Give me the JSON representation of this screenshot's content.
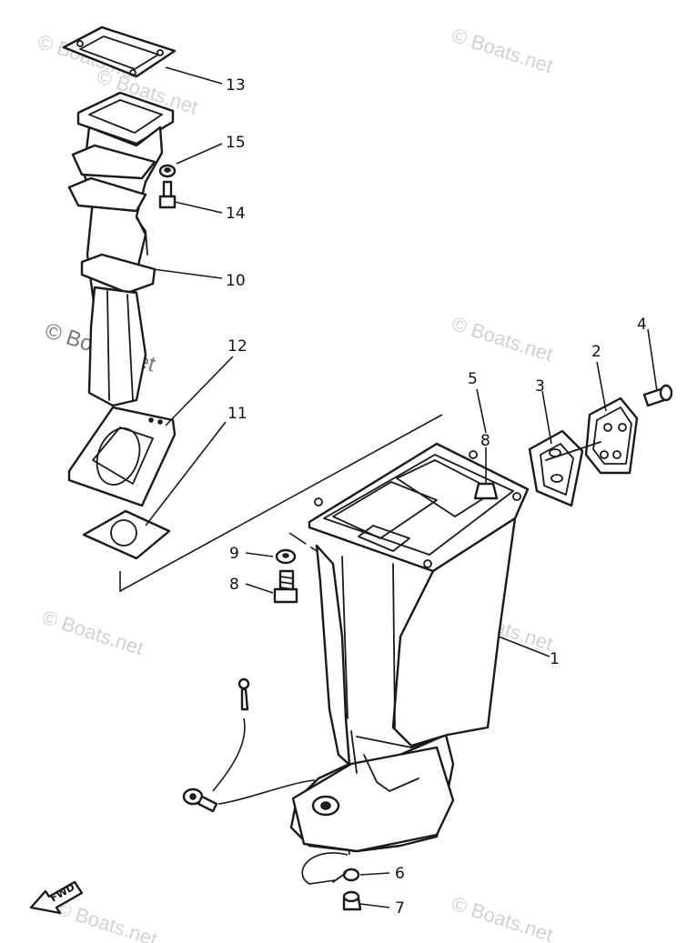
{
  "diagram": {
    "callouts": {
      "c1": "1",
      "c2": "2",
      "c3": "3",
      "c4": "4",
      "c5": "5",
      "c6": "6",
      "c7": "7",
      "c8a": "8",
      "c8b": "8",
      "c9": "9",
      "c10": "10",
      "c11": "11",
      "c12": "12",
      "c13": "13",
      "c14": "14",
      "c15": "15"
    },
    "fwd_label": "FWD",
    "watermarks": {
      "w1": "© Boats.net",
      "w2": "© Boats.net",
      "w3": "© Boats.net",
      "w4": "© Boats.net",
      "w5": "© Boats.net",
      "w6": "© Boats.net",
      "w7": "© Boats.net",
      "w8": "© Boats.net",
      "w9": "© Boats.net"
    }
  }
}
